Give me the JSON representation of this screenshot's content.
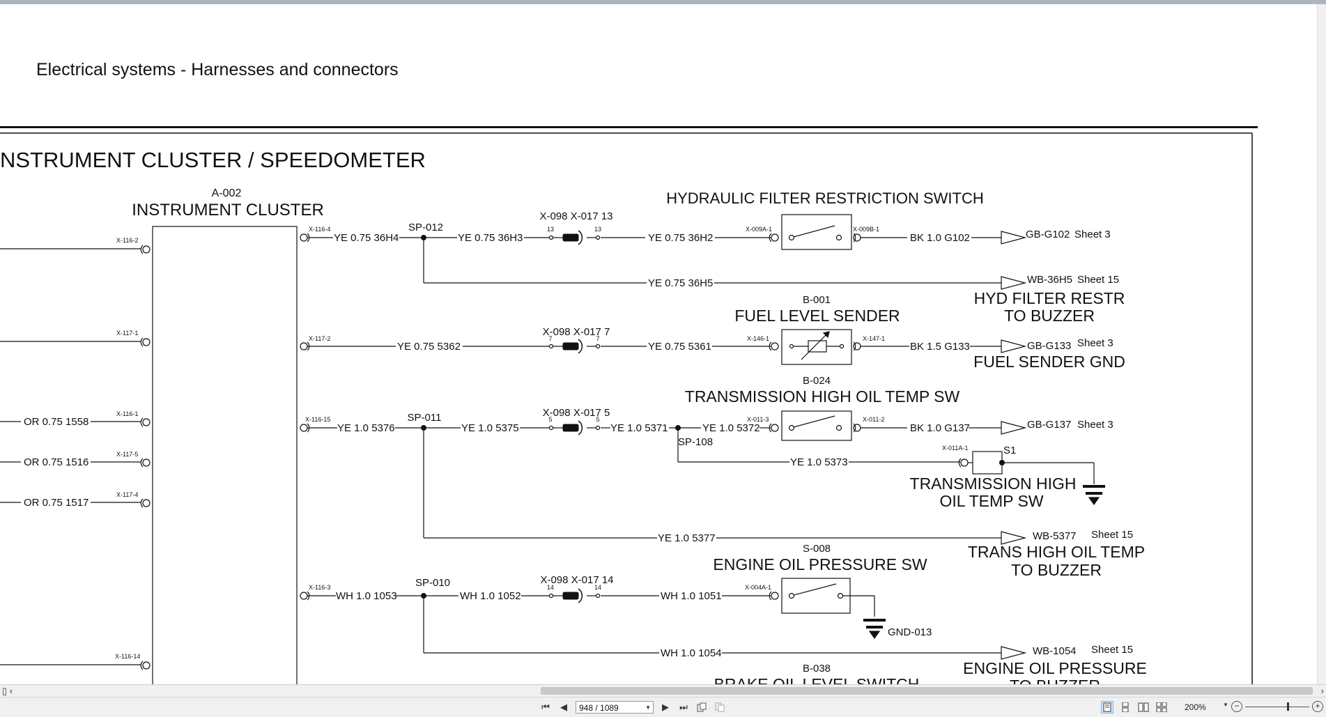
{
  "document": {
    "title": "Electrical systems - Harnesses and connectors",
    "diagram_title": "NSTRUMENT CLUSTER / SPEEDOMETER"
  },
  "cluster": {
    "id": "A-002",
    "name": "INSTRUMENT CLUSTER"
  },
  "left_pins": [
    {
      "pin": "X-116-2",
      "wire": ""
    },
    {
      "pin": "X-117-1",
      "wire": ""
    },
    {
      "pin": "X-116-1",
      "wire": "OR 0.75 1558"
    },
    {
      "pin": "X-117-5",
      "wire": "OR 0.75 1516"
    },
    {
      "pin": "X-117-4",
      "wire": "OR 0.75 1517"
    },
    {
      "pin": "X-116-14",
      "wire": ""
    }
  ],
  "circuits": {
    "hyd": {
      "pin": "X-116-4",
      "wire1": "YE 0.75 36H4",
      "splice": "SP-012",
      "wire2": "YE 0.75 36H3",
      "connector": "X-098 X-017 13",
      "cpin_left": "13",
      "cpin_right": "13",
      "wire3": "YE 0.75 36H2",
      "switch_title": "HYDRAULIC FILTER RESTRICTION SWITCH",
      "sw_pin_in": "X-009A-1",
      "sw_pin_out": "X-009B-1",
      "wire_out": "BK 1.0 G102",
      "dest": "GB-G102",
      "sheet": "Sheet 3",
      "branch_wire": "YE 0.75 36H5",
      "branch_dest": "WB-36H5",
      "branch_sheet": "Sheet 15",
      "branch_label1": "HYD FILTER RESTR",
      "branch_label2": "TO BUZZER"
    },
    "fuel": {
      "pin": "X-117-2",
      "wire1": "YE 0.75 5362",
      "connector": "X-098 X-017 7",
      "cpin_left": "7",
      "cpin_right": "7",
      "wire2": "YE 0.75 5361",
      "sender_id": "B-001",
      "sender_name": "FUEL LEVEL SENDER",
      "pin_in": "X-146-1",
      "pin_out": "X-147-1",
      "wire_out": "BK 1.5 G133",
      "dest": "GB-G133",
      "sheet": "Sheet 3",
      "dest_label": "FUEL SENDER GND"
    },
    "trans": {
      "pin": "X-116-15",
      "wire1": "YE 1.0 5376",
      "splice": "SP-011",
      "wire2": "YE 1.0 5375",
      "connector": "X-098 X-017 5",
      "cpin_left": "5",
      "cpin_right": "5",
      "wire3": "YE 1.0 5371",
      "splice2": "SP-108",
      "wire4": "YE 1.0 5372",
      "sw_id": "B-024",
      "sw_name": "TRANSMISSION HIGH OIL TEMP SW",
      "sw_pin_in": "X-011-3",
      "sw_pin_out": "X-011-2",
      "wire_out": "BK 1.0 G137",
      "dest": "GB-G137",
      "sheet": "Sheet 3",
      "wire5": "YE 1.0 5373",
      "s1_pin": "X-011A-1",
      "s1": "S1",
      "s1_label1": "TRANSMISSION HIGH",
      "s1_label2": "OIL TEMP SW",
      "branch_wire": "YE 1.0 5377",
      "branch_dest": "WB-5377",
      "branch_sheet": "Sheet 15",
      "branch_label1": "TRANS HIGH OIL TEMP",
      "branch_label2": "TO BUZZER"
    },
    "eop": {
      "pin": "X-116-3",
      "wire1": "WH 1.0 1053",
      "splice": "SP-010",
      "wire2": "WH 1.0 1052",
      "connector": "X-098 X-017 14",
      "cpin_left": "14",
      "cpin_right": "14",
      "wire3": "WH 1.0 1051",
      "sw_id": "S-008",
      "sw_name": "ENGINE OIL PRESSURE SW",
      "sw_pin": "X-004A-1",
      "gnd": "GND-013",
      "branch_wire": "WH 1.0 1054",
      "branch_dest": "WB-1054",
      "branch_sheet": "Sheet 15",
      "branch_label1": "ENGINE OIL PRESSURE",
      "branch_label2": "TO BUZZER"
    },
    "brake": {
      "id": "B-038",
      "name": "BRAKE OIL LEVEL SWITCH"
    }
  },
  "statusbar": {
    "page_indicator": "948 / 1089",
    "zoom": "200%",
    "zoom_out": "−",
    "zoom_in": "+"
  },
  "icons": [
    "first-page-icon",
    "prev-page-icon",
    "next-page-icon",
    "last-page-icon",
    "copy-icon",
    "paste-icon",
    "single-page-icon",
    "continuous-icon",
    "two-page-icon",
    "two-page-continuous-icon"
  ],
  "colors": {
    "line": "#111111",
    "chrome": "#f0f0f0",
    "topbar": "#aeb4bb"
  }
}
